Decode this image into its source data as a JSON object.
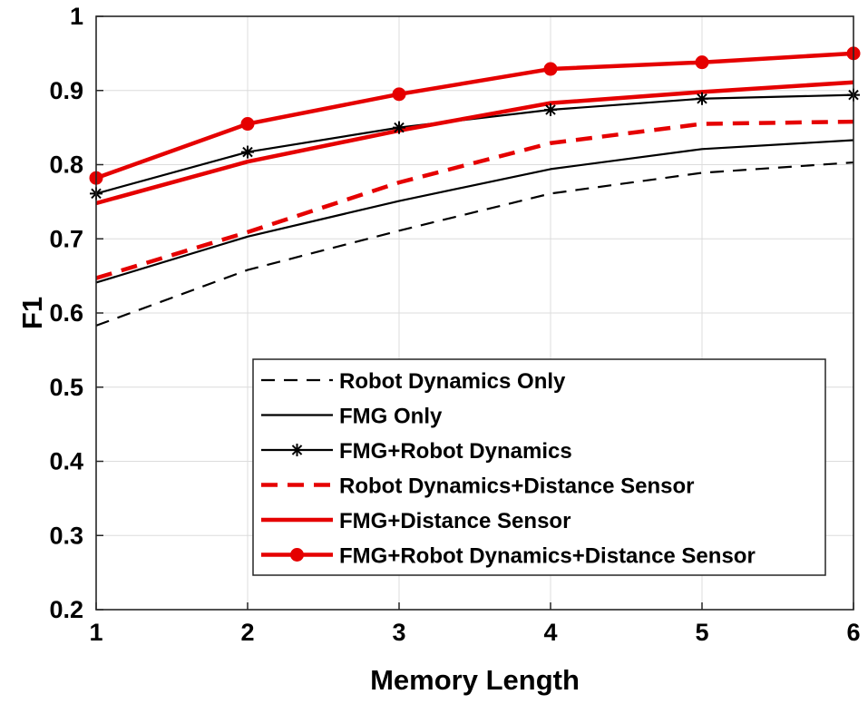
{
  "chart_data": {
    "type": "line",
    "xlabel": "Memory Length",
    "ylabel": "F1",
    "xlim": [
      1,
      6
    ],
    "ylim": [
      0.2,
      1
    ],
    "x_ticks": [
      "1",
      "2",
      "3",
      "4",
      "5",
      "6"
    ],
    "y_ticks": [
      "0.2",
      "0.3",
      "0.4",
      "0.5",
      "0.6",
      "0.7",
      "0.8",
      "0.9",
      "1"
    ],
    "grid": true,
    "legend_position": "bottom-right",
    "x": [
      1,
      2,
      3,
      4,
      5,
      6
    ],
    "series": [
      {
        "name": "Robot Dynamics Only",
        "values": [
          0.583,
          0.658,
          0.711,
          0.761,
          0.789,
          0.803
        ],
        "color": "#000000",
        "style": "dashed",
        "marker": "none",
        "width": "thin"
      },
      {
        "name": "FMG Only",
        "values": [
          0.641,
          0.703,
          0.751,
          0.794,
          0.821,
          0.833
        ],
        "color": "#000000",
        "style": "solid",
        "marker": "none",
        "width": "thin"
      },
      {
        "name": "FMG+Robot Dynamics",
        "values": [
          0.761,
          0.817,
          0.85,
          0.874,
          0.889,
          0.894
        ],
        "color": "#000000",
        "style": "solid",
        "marker": "asterisk",
        "width": "thin"
      },
      {
        "name": "Robot Dynamics+Distance Sensor",
        "values": [
          0.647,
          0.709,
          0.776,
          0.829,
          0.855,
          0.858
        ],
        "color": "#e50000",
        "style": "dashed",
        "marker": "none",
        "width": "thick"
      },
      {
        "name": "FMG+Distance Sensor",
        "values": [
          0.748,
          0.804,
          0.846,
          0.883,
          0.898,
          0.911
        ],
        "color": "#e50000",
        "style": "solid",
        "marker": "none",
        "width": "thick"
      },
      {
        "name": "FMG+Robot Dynamics+Distance Sensor",
        "values": [
          0.782,
          0.855,
          0.895,
          0.929,
          0.938,
          0.95
        ],
        "color": "#e50000",
        "style": "solid",
        "marker": "circle",
        "width": "thick"
      }
    ]
  }
}
